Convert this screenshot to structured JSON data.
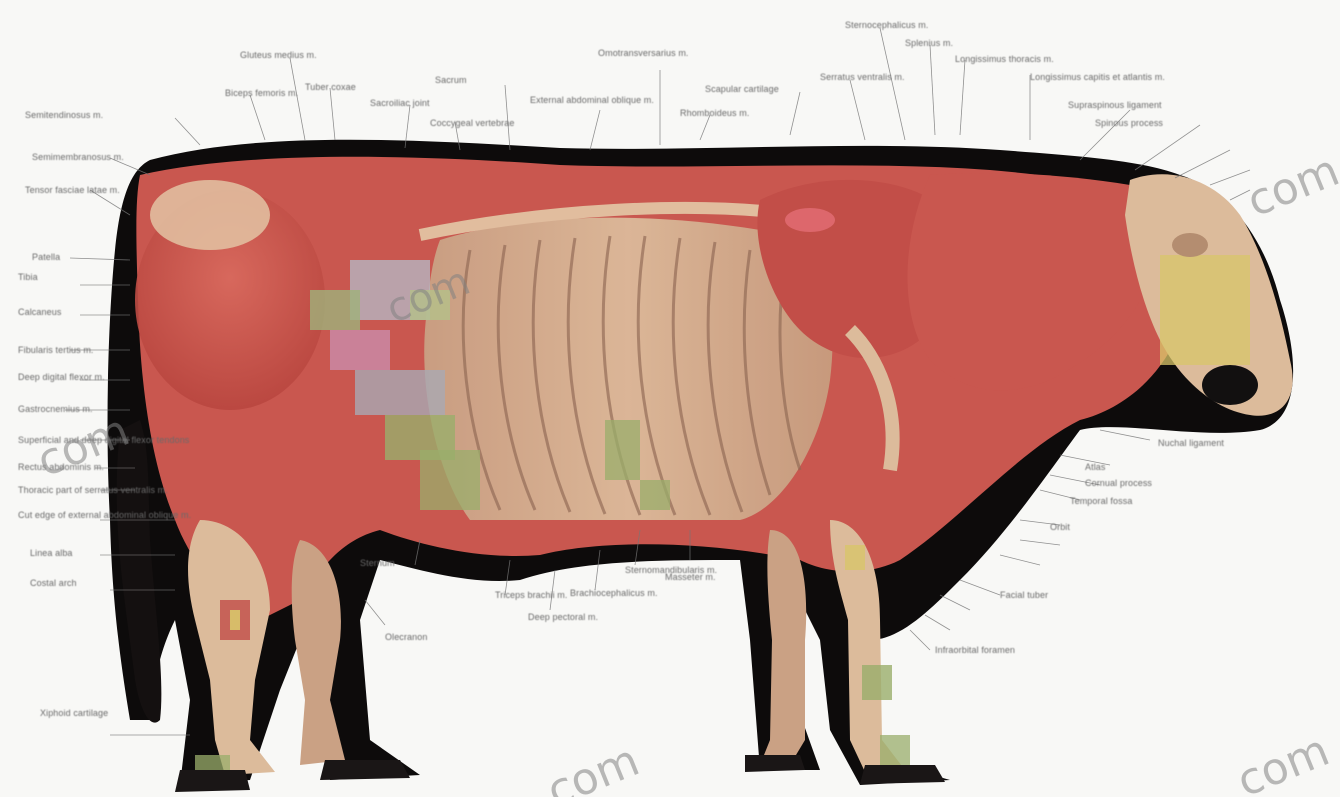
{
  "diagram": {
    "labels": [
      {
        "id": "sternocephalicus-m",
        "text": "Sternocephalicus m."
      },
      {
        "id": "splenius-m",
        "text": "Splenius m."
      },
      {
        "id": "longissimus-thoracis-m",
        "text": "Longissimus thoracis m."
      },
      {
        "id": "longissimus-capitis-atlantis-m",
        "text": "Longissimus capitis et atlantis m."
      },
      {
        "id": "supraspinous-ligament",
        "text": "Supraspinous ligament"
      },
      {
        "id": "spinous-process",
        "text": "Spinous process"
      },
      {
        "id": "scapular-cartilage",
        "text": "Scapular cartilage"
      },
      {
        "id": "serratus-ventralis-m",
        "text": "Serratus ventralis m."
      },
      {
        "id": "rhomboideus-m",
        "text": "Rhomboideus m."
      },
      {
        "id": "omotransversarius-m",
        "text": "Omotransversarius m."
      },
      {
        "id": "external-abdominal-oblique-m",
        "text": "External abdominal oblique m."
      },
      {
        "id": "sacrum",
        "text": "Sacrum"
      },
      {
        "id": "sacroiliac-joint",
        "text": "Sacroiliac joint"
      },
      {
        "id": "coccygeal-vertebrae",
        "text": "Coccygeal vertebrae"
      },
      {
        "id": "tuber-coxae",
        "text": "Tuber coxae"
      },
      {
        "id": "gluteus-medius-m",
        "text": "Gluteus medius m."
      },
      {
        "id": "biceps-femoris-m",
        "text": "Biceps femoris m."
      },
      {
        "id": "semitendinosus-m",
        "text": "Semitendinosus m."
      },
      {
        "id": "semimembranosus-m",
        "text": "Semimembranosus m."
      },
      {
        "id": "tensor-fasciae-latae-m",
        "text": "Tensor fasciae latae m."
      },
      {
        "id": "patella",
        "text": "Patella"
      },
      {
        "id": "tibia",
        "text": "Tibia"
      },
      {
        "id": "calcaneus",
        "text": "Calcaneus"
      },
      {
        "id": "fibularis-tertius-m",
        "text": "Fibularis tertius m."
      },
      {
        "id": "deep-digital-flexor-m",
        "text": "Deep digital flexor m."
      },
      {
        "id": "gastrocnemius-m",
        "text": "Gastrocnemius m."
      },
      {
        "id": "digital-flexor-tendons",
        "text": "Superficial and deep digital flexor tendons"
      },
      {
        "id": "rectus-abdominis-m",
        "text": "Rectus abdominis m."
      },
      {
        "id": "thoracic-part-serratus",
        "text": "Thoracic part of serratus ventralis m."
      },
      {
        "id": "cut-edge-external-oblique",
        "text": "Cut edge of external abdominal oblique m."
      },
      {
        "id": "linea-alba",
        "text": "Linea alba"
      },
      {
        "id": "costal-arch",
        "text": "Costal arch"
      },
      {
        "id": "xiphoid-cartilage",
        "text": "Xiphoid cartilage"
      },
      {
        "id": "sternum",
        "text": "Sternum"
      },
      {
        "id": "olecranon",
        "text": "Olecranon"
      },
      {
        "id": "triceps-brachii-m",
        "text": "Triceps brachii m."
      },
      {
        "id": "deep-pectoral-m",
        "text": "Deep pectoral m."
      },
      {
        "id": "brachiocephalicus-m",
        "text": "Brachiocephalicus m."
      },
      {
        "id": "sternomandibularis-m",
        "text": "Sternomandibularis m."
      },
      {
        "id": "masseter-m",
        "text": "Masseter m."
      },
      {
        "id": "nuchal-ligament",
        "text": "Nuchal ligament"
      },
      {
        "id": "atlas",
        "text": "Atlas"
      },
      {
        "id": "horn-cornual-process",
        "text": "Cornual process"
      },
      {
        "id": "temporal-fossa",
        "text": "Temporal fossa"
      },
      {
        "id": "orbit",
        "text": "Orbit"
      },
      {
        "id": "facial-tuber",
        "text": "Facial tuber"
      },
      {
        "id": "infraorbital-foramen",
        "text": "Infraorbital foramen"
      }
    ],
    "watermark": "com"
  },
  "colors": {
    "background": "#f8f8f6",
    "hide": "#0d0b0b",
    "muscle": "#c9574f",
    "bone": "#d8b08f",
    "highlight_green": "#9aae6b",
    "highlight_yellow": "#d8c56a",
    "highlight_pink": "#c98fb0",
    "label_text": "#6a6a6a"
  }
}
